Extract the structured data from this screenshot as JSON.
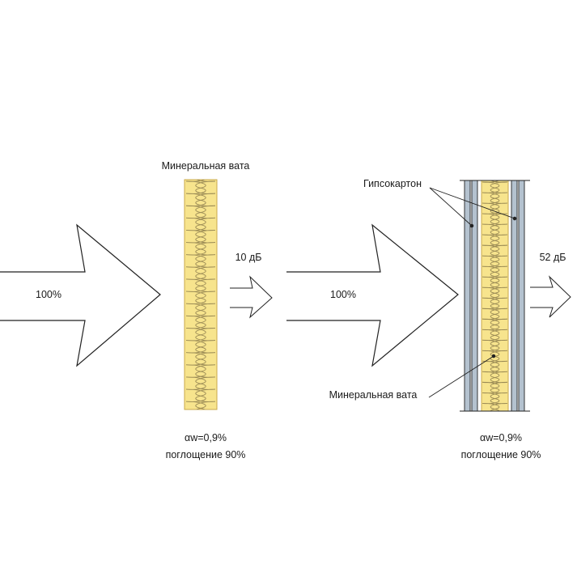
{
  "left": {
    "top_label": "Минеральная вата",
    "input_percent": "100%",
    "output_db": "10 дБ",
    "alpha": "αw=0,9%",
    "absorption": "поглощение 90%"
  },
  "right": {
    "drywall_label": "Гипсокартон",
    "wool_label": "Минеральная вата",
    "input_percent": "100%",
    "output_db": "52 дБ",
    "alpha": "αw=0,9%",
    "absorption": "поглощение 90%"
  },
  "colors": {
    "wool_fill": "#f7e48d",
    "wool_stroke": "#c9a94a",
    "drywall_fill": "#b4c2cf",
    "line": "#222222"
  }
}
